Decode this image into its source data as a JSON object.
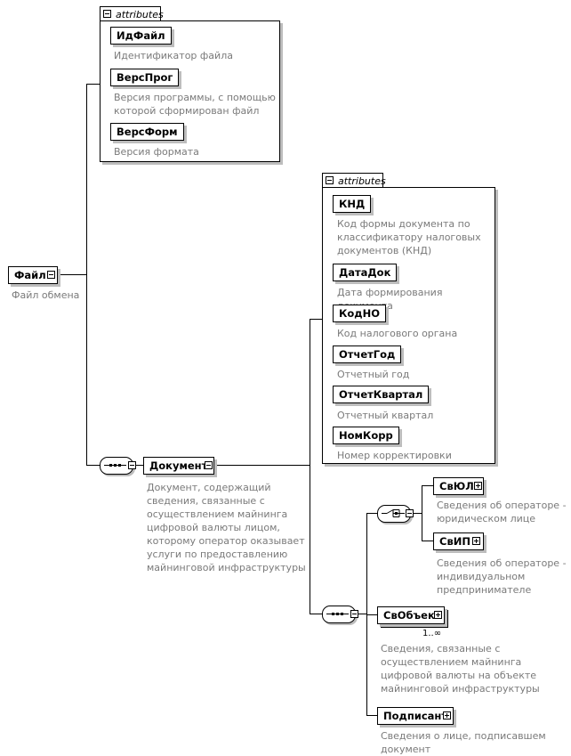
{
  "file": {
    "name": "Файл",
    "desc": "Файл обмена"
  },
  "file_attributes": {
    "tab": "attributes",
    "items": [
      {
        "name": "ИдФайл",
        "desc": "Идентификатор файла"
      },
      {
        "name": "ВерсПрог",
        "desc": "Версия программы, с помощью\nкоторой сформирован файл"
      },
      {
        "name": "ВерсФорм",
        "desc": "Версия формата"
      }
    ]
  },
  "document": {
    "name": "Документ",
    "desc": "Документ, содержащий\nсведения, связанные с\nосуществлением майнинга\nцифровой валюты лицом,\nкоторому оператор оказывает\nуслуги по предоставлению\nмайнинговой инфраструктуры"
  },
  "document_attributes": {
    "tab": "attributes",
    "items": [
      {
        "name": "КНД",
        "desc": "Код формы документа по\nклассификатору налоговых\nдокументов (КНД)"
      },
      {
        "name": "ДатаДок",
        "desc": "Дата формирования документа"
      },
      {
        "name": "КодНО",
        "desc": "Код налогового органа"
      },
      {
        "name": "ОтчетГод",
        "desc": "Отчетный год"
      },
      {
        "name": "ОтчетКвартал",
        "desc": "Отчетный квартал"
      },
      {
        "name": "НомКорр",
        "desc": "Номер корректировки"
      }
    ]
  },
  "children": {
    "svul": {
      "name": "СвЮЛ",
      "desc": "Сведения об операторе -\nюридическом лице"
    },
    "svip": {
      "name": "СвИП",
      "desc": "Сведения об операторе -\nиндивидуальном\nпредпринимателе"
    },
    "svobject": {
      "name": "СвОбъект",
      "occurs": "1..∞",
      "desc": "Сведения, связанные с\nосуществлением майнинга\nцифровой валюты на объекте\nмайнинговой инфраструктуры"
    },
    "podpisant": {
      "name": "Подписант",
      "desc": "Сведения о лице, подписавшем\nдокумент"
    }
  }
}
